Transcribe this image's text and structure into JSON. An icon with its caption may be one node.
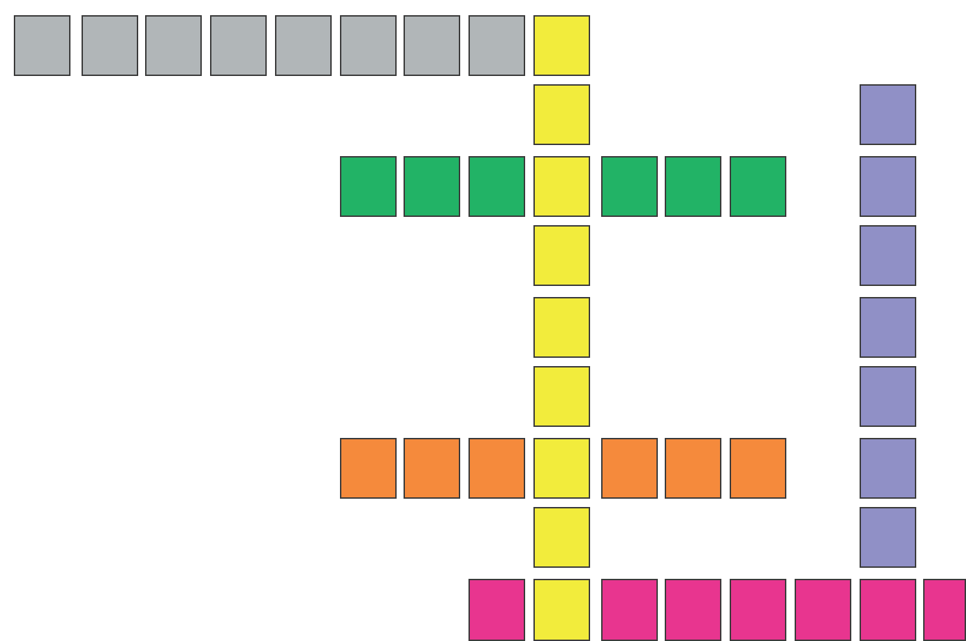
{
  "diagram": {
    "nodes": [
      {
        "text": [],
        "shape": "box"
      },
      {
        "text": [],
        "shape": "box"
      },
      {
        "text": [],
        "shape": "box"
      },
      {
        "text": [],
        "shape": "box"
      },
      {
        "text": [],
        "shape": "box"
      },
      {
        "text": [],
        "shape": "box"
      },
      {
        "text": [],
        "shape": "box"
      },
      {
        "text": [],
        "shape": "box"
      },
      {
        "text": [],
        "shape": "box"
      },
      {
        "text": [],
        "shape": "box"
      },
      {
        "text": [],
        "shape": "box"
      },
      {
        "text": [],
        "shape": "box"
      },
      {
        "text": [],
        "shape": "box"
      },
      {
        "text": [],
        "shape": "box"
      },
      {
        "text": [],
        "shape": "box"
      },
      {
        "text": [],
        "shape": "box"
      },
      {
        "text": [],
        "shape": "box"
      },
      {
        "text": [],
        "shape": "box"
      },
      {
        "text": [],
        "shape": "box"
      },
      {
        "text": [],
        "shape": "box"
      },
      {
        "text": [],
        "shape": "box"
      },
      {
        "text": [],
        "shape": "box"
      },
      {
        "text": [],
        "shape": "box"
      },
      {
        "text": [],
        "shape": "box"
      },
      {
        "text": [],
        "shape": "box"
      },
      {
        "text": [],
        "shape": "box"
      },
      {
        "text": [],
        "shape": "box"
      },
      {
        "text": [],
        "shape": "box"
      },
      {
        "text": [],
        "shape": "box"
      },
      {
        "text": [],
        "shape": "box"
      },
      {
        "text": [],
        "shape": "box"
      },
      {
        "text": [],
        "shape": "box"
      },
      {
        "text": [],
        "shape": "box"
      },
      {
        "text": [],
        "shape": "box"
      },
      {
        "text": [],
        "shape": "box"
      },
      {
        "text": [],
        "shape": "box"
      },
      {
        "text": [],
        "shape": "box"
      },
      {
        "text": [],
        "shape": "box"
      },
      {
        "text": [],
        "shape": "box"
      },
      {
        "text": [],
        "shape": "box"
      },
      {
        "text": [],
        "shape": "box"
      },
      {
        "text": [],
        "shape": "box"
      },
      {
        "text": [],
        "shape": "box"
      }
    ]
  }
}
